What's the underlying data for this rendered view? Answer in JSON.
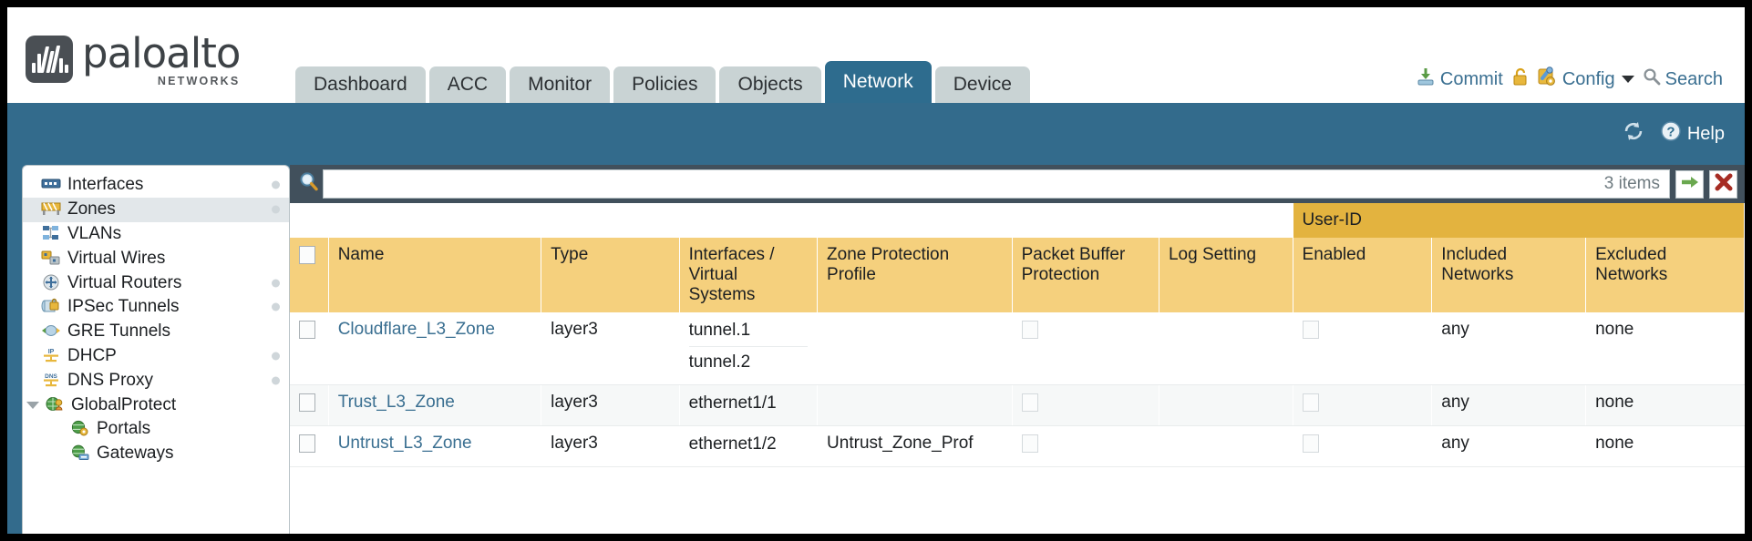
{
  "brand": {
    "name": "paloalto",
    "tagline": "NETWORKS",
    "registered": "®"
  },
  "nav": {
    "tabs": [
      {
        "label": "Dashboard",
        "active": false
      },
      {
        "label": "ACC",
        "active": false
      },
      {
        "label": "Monitor",
        "active": false
      },
      {
        "label": "Policies",
        "active": false
      },
      {
        "label": "Objects",
        "active": false
      },
      {
        "label": "Network",
        "active": true
      },
      {
        "label": "Device",
        "active": false
      }
    ]
  },
  "topright": {
    "commit_label": "Commit",
    "commit_icon": "commit-download-icon",
    "lock_icon": "padlock-icon",
    "config_label": "Config",
    "config_icon": "config-wrench-icon",
    "search_label": "Search",
    "search_icon": "search-magnifier-icon"
  },
  "blueband": {
    "refresh_icon": "refresh-icon",
    "help_label": "Help",
    "help_icon": "help-question-icon"
  },
  "sidebar": {
    "items": [
      {
        "label": "Interfaces",
        "icon": "interfaces-icon",
        "selected": false,
        "dot": true,
        "child": false,
        "arrow": false
      },
      {
        "label": "Zones",
        "icon": "zones-icon",
        "selected": true,
        "dot": true,
        "child": false,
        "arrow": false
      },
      {
        "label": "VLANs",
        "icon": "vlans-icon",
        "selected": false,
        "dot": false,
        "child": false,
        "arrow": false
      },
      {
        "label": "Virtual Wires",
        "icon": "virtual-wires-icon",
        "selected": false,
        "dot": false,
        "child": false,
        "arrow": false
      },
      {
        "label": "Virtual Routers",
        "icon": "virtual-routers-icon",
        "selected": false,
        "dot": true,
        "child": false,
        "arrow": false
      },
      {
        "label": "IPSec Tunnels",
        "icon": "ipsec-tunnels-icon",
        "selected": false,
        "dot": true,
        "child": false,
        "arrow": false
      },
      {
        "label": "GRE Tunnels",
        "icon": "gre-tunnels-icon",
        "selected": false,
        "dot": false,
        "child": false,
        "arrow": false
      },
      {
        "label": "DHCP",
        "icon": "dhcp-icon",
        "selected": false,
        "dot": true,
        "child": false,
        "arrow": false
      },
      {
        "label": "DNS Proxy",
        "icon": "dns-proxy-icon",
        "selected": false,
        "dot": true,
        "child": false,
        "arrow": false
      },
      {
        "label": "GlobalProtect",
        "icon": "globalprotect-icon",
        "selected": false,
        "dot": false,
        "child": false,
        "arrow": true
      },
      {
        "label": "Portals",
        "icon": "portals-icon",
        "selected": false,
        "dot": false,
        "child": true,
        "arrow": false
      },
      {
        "label": "Gateways",
        "icon": "gateways-icon",
        "selected": false,
        "dot": false,
        "child": true,
        "arrow": false
      }
    ]
  },
  "search": {
    "value": "",
    "placeholder": "",
    "icon": "search-magnifier-icon",
    "items_count": "3 items",
    "apply_icon": "green-arrow-icon",
    "clear_icon": "red-x-icon"
  },
  "table": {
    "group_header": {
      "label": "User-ID",
      "span": 3
    },
    "columns": [
      "Name",
      "Type",
      "Interfaces / Virtual Systems",
      "Zone Protection Profile",
      "Packet Buffer Protection",
      "Log Setting",
      "Enabled",
      "Included Networks",
      "Excluded Networks"
    ],
    "rows": [
      {
        "selected": false,
        "name": "Cloudflare_L3_Zone",
        "type": "layer3",
        "interfaces": [
          "tunnel.1",
          "tunnel.2"
        ],
        "zone_protection_profile": "",
        "packet_buffer_protection": false,
        "log_setting": "",
        "userid_enabled": false,
        "included_networks": "any",
        "excluded_networks": "none"
      },
      {
        "selected": false,
        "name": "Trust_L3_Zone",
        "type": "layer3",
        "interfaces": [
          "ethernet1/1"
        ],
        "zone_protection_profile": "",
        "packet_buffer_protection": false,
        "log_setting": "",
        "userid_enabled": false,
        "included_networks": "any",
        "excluded_networks": "none"
      },
      {
        "selected": false,
        "name": "Untrust_L3_Zone",
        "type": "layer3",
        "interfaces": [
          "ethernet1/2"
        ],
        "zone_protection_profile": "Untrust_Zone_Prof",
        "packet_buffer_protection": false,
        "log_setting": "",
        "userid_enabled": false,
        "included_networks": "any",
        "excluded_networks": "none"
      }
    ]
  },
  "colors": {
    "brand_blue": "#336b8c",
    "tab_active": "#2e6c8e",
    "tab_inactive": "#c9d3d4",
    "header_yellow": "#f5d07d",
    "group_header_amber": "#e3b33f",
    "link_blue": "#3a6f91",
    "content_dark": "#41505c"
  }
}
